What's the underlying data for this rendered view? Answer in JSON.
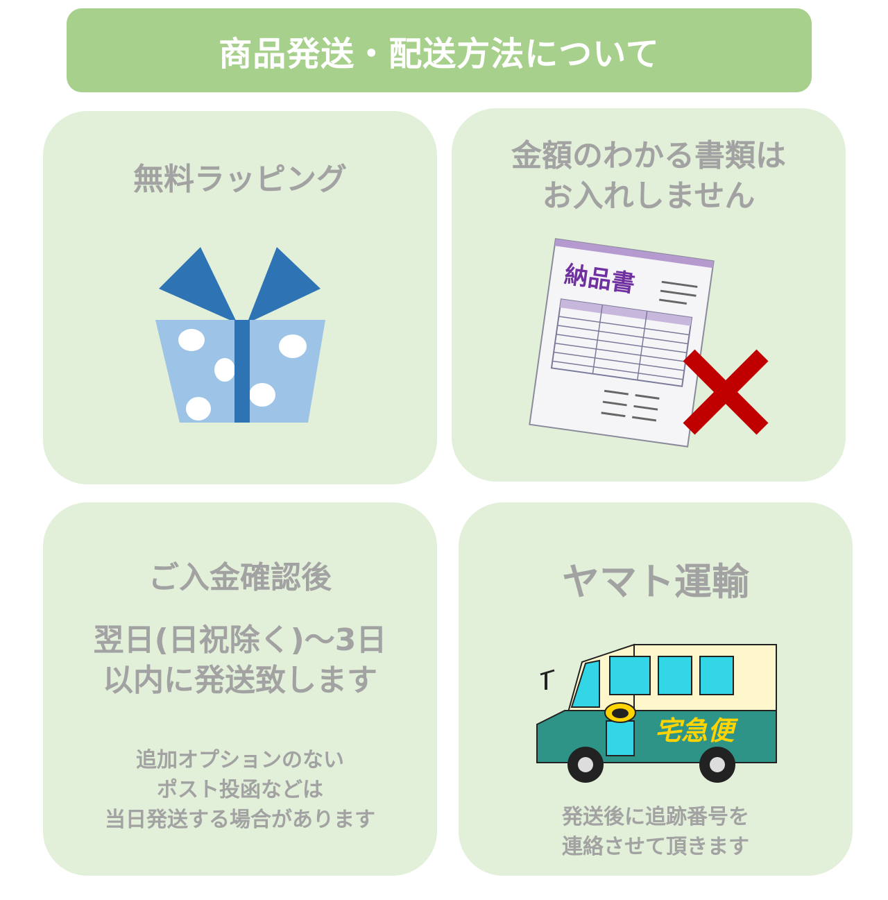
{
  "header": {
    "title": "商品発送・配送方法について"
  },
  "cards": {
    "wrapping": {
      "title": "無料ラッピング"
    },
    "documents": {
      "title_lines": [
        "金額のわかる書類は",
        "お入れしません"
      ],
      "document_label": "納品書"
    },
    "shipping": {
      "title": "ご入金確認後",
      "main_lines": [
        "翌日(日祝除く)～3日",
        "以内に発送致します"
      ],
      "note_lines": [
        "追加オプションのない",
        "ポスト投函などは",
        "当日発送する場合があります"
      ]
    },
    "carrier": {
      "title": "ヤマト運輸",
      "truck_label": "宅急便",
      "note_lines": [
        "発送後に追跡番号を",
        "連絡させて頂きます"
      ]
    }
  },
  "colors": {
    "header_bg": "#a8d08d",
    "card_bg": "#e2efd9",
    "text_gray": "#a2a2a2",
    "gift_blue": "#2e74b5",
    "gift_light": "#9dc3e6",
    "cross_red": "#c00000",
    "doc_purple": "#7030a0",
    "truck_green": "#2e9488",
    "truck_cream": "#fff7cc",
    "truck_window": "#33d6e6",
    "truck_label": "#ffd400"
  },
  "icons": [
    "gift-icon",
    "invoice-icon",
    "cross-icon",
    "delivery-truck-icon",
    "black-cat-logo"
  ]
}
